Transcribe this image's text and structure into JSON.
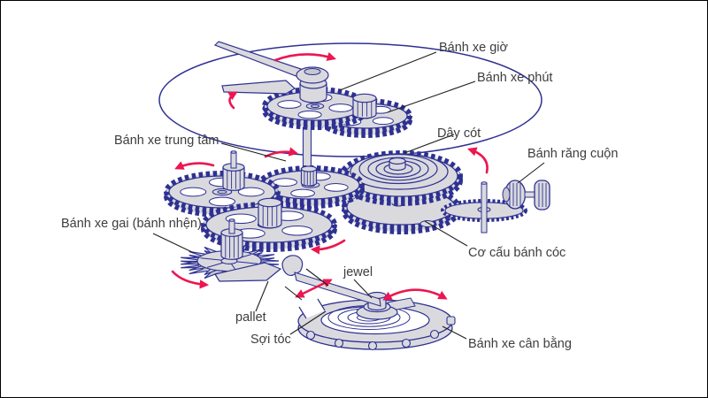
{
  "diagram": {
    "type": "mechanical-watch-movement-exploded-diagram",
    "labels": {
      "hour_wheel": "Bánh xe giờ",
      "minute_wheel": "Bánh xe phút",
      "center_wheel": "Bánh xe trung tâm",
      "mainspring": "Dây cót",
      "winding_pinion": "Bánh răng cuộn",
      "escape_wheel": "Bánh xe gai (bánh nhện)",
      "ratchet_mechanism": "Cơ cấu bánh cóc",
      "jewel": "jewel",
      "pallet": "pallet",
      "hairspring": "Sợi tóc",
      "balance_wheel": "Bánh xe cân bằng"
    },
    "colors": {
      "outline": "#2e3192",
      "metal_fill": "#dadade",
      "metal_shade": "#c7c7cd",
      "arrow": "#ec1651",
      "leader_line": "#1f1f1f",
      "label_text": "#3d3d3d",
      "background": "#ffffff",
      "border": "#000000"
    }
  }
}
